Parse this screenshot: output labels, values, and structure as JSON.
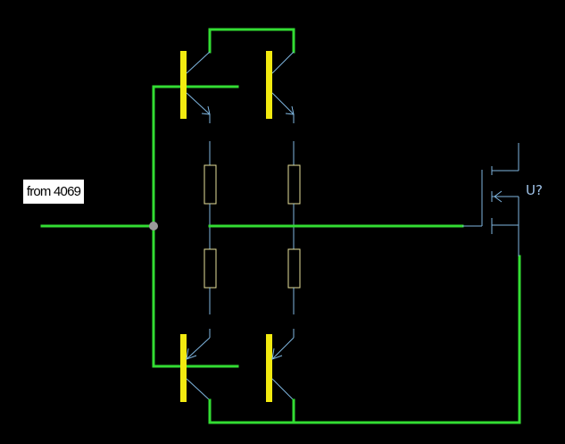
{
  "diagram": {
    "input_label": "from 4069",
    "mosfet_ref": "U?",
    "colors": {
      "background": "#000000",
      "wire": "#33dd33",
      "transistor_base": "#f2ea10",
      "component_lines": "#7fb6e0",
      "resistor": "#e6e09a",
      "junction": "#9a9a9a"
    },
    "components": [
      {
        "kind": "npn-transistor",
        "id": "Q-top-left"
      },
      {
        "kind": "npn-transistor",
        "id": "Q-top-right"
      },
      {
        "kind": "pnp-transistor",
        "id": "Q-bottom-left"
      },
      {
        "kind": "pnp-transistor",
        "id": "Q-bottom-right"
      },
      {
        "kind": "resistor",
        "id": "R-left-top"
      },
      {
        "kind": "resistor",
        "id": "R-right-top"
      },
      {
        "kind": "resistor",
        "id": "R-left-bottom"
      },
      {
        "kind": "resistor",
        "id": "R-right-bottom"
      },
      {
        "kind": "mosfet",
        "id": "U?"
      }
    ]
  }
}
